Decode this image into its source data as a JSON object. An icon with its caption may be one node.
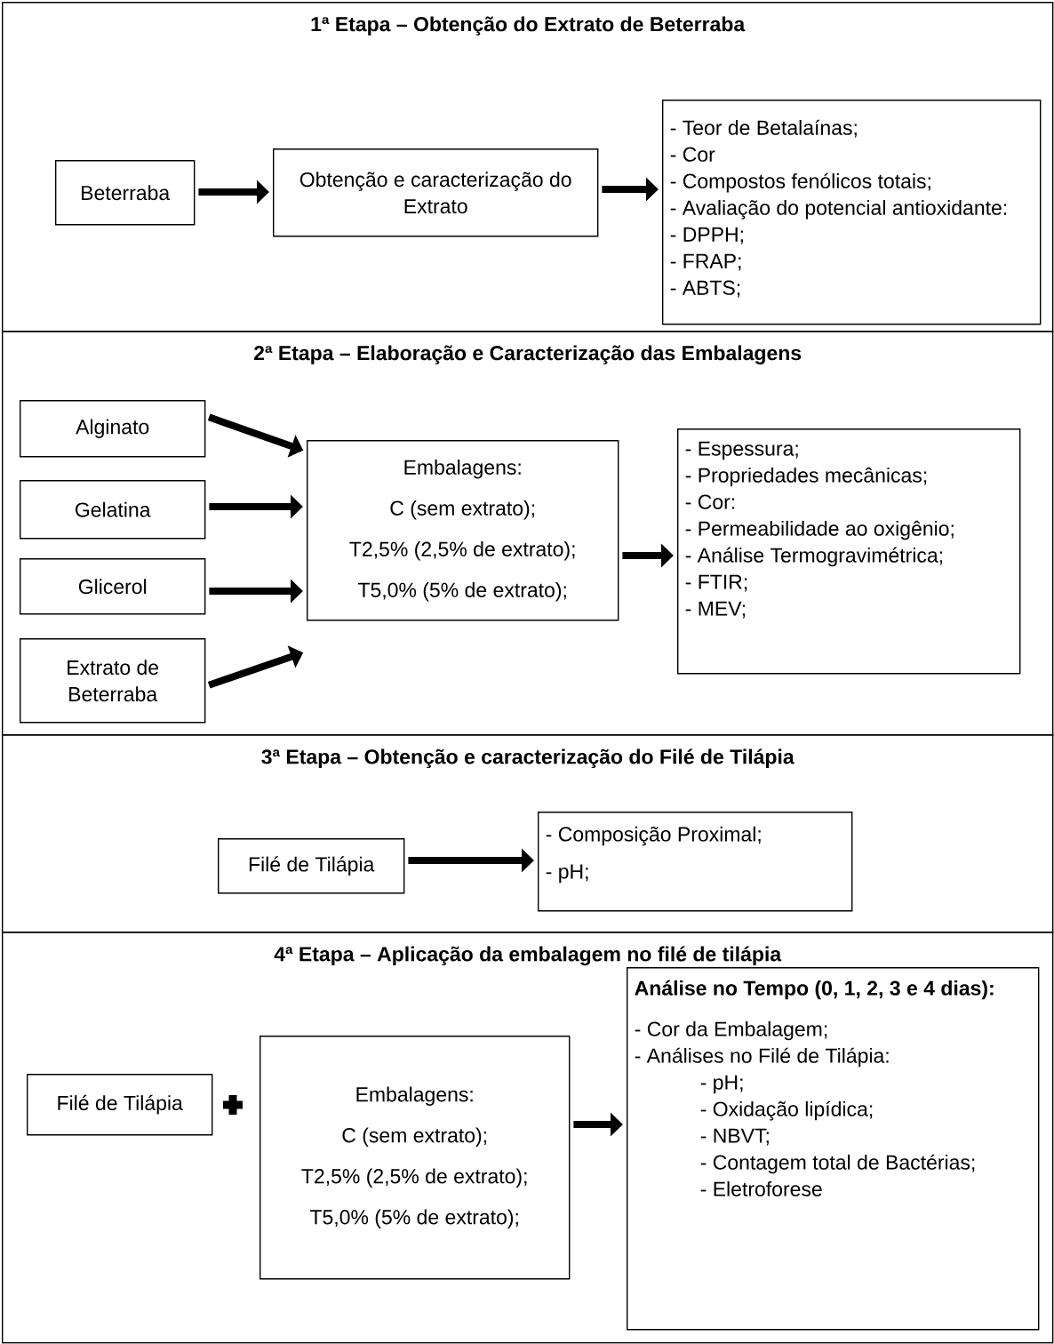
{
  "diagram": {
    "nodes": [
      {
        "text": [
          "1ª Etapa – Obtenção do Extrato de Beterraba"
        ]
      },
      {
        "text": [
          "Beterraba"
        ],
        "in": 0
      },
      {
        "text": [
          "Obtenção e caracterização do Extrato"
        ],
        "in": 0
      },
      {
        "text": [
          "- Teor de Betalaínas;",
          "- Cor",
          "- Compostos fenólicos totais;",
          "- Avaliação do potencial antioxidante:",
          "- DPPH;",
          "- FRAP;",
          "- ABTS;"
        ],
        "in": 0
      },
      {
        "text": [
          "2ª Etapa – Elaboração e Caracterização das Embalagens"
        ]
      },
      {
        "text": [
          "Alginato"
        ],
        "in": 4
      },
      {
        "text": [
          "Gelatina"
        ],
        "in": 4
      },
      {
        "text": [
          "Glicerol"
        ],
        "in": 4
      },
      {
        "text": [
          "Extrato de Beterraba"
        ],
        "in": 4
      },
      {
        "text": [
          "Embalagens:",
          "C (sem extrato);",
          "T2,5% (2,5% de extrato);",
          "T5,0% (5% de extrato);"
        ],
        "in": 4
      },
      {
        "text": [
          "- Espessura;",
          "- Propriedades mecânicas;",
          "- Cor:",
          "- Permeabilidade ao oxigênio;",
          "- Análise Termogravimétrica;",
          "- FTIR;",
          "- MEV;"
        ],
        "in": 4
      },
      {
        "text": [
          "3ª Etapa – Obtenção e caracterização do Filé de Tilápia"
        ]
      },
      {
        "text": [
          "Filé de Tilápia"
        ],
        "in": 11
      },
      {
        "text": [
          "- Composição Proximal;",
          "- pH;"
        ],
        "in": 11
      },
      {
        "text": [
          "4ª Etapa – Aplicação da embalagem no filé de tilápia"
        ]
      },
      {
        "text": [
          "Filé de Tilápia"
        ],
        "in": 14
      },
      {
        "text": [
          "Embalagens:",
          "C (sem extrato);",
          "T2,5% (2,5% de extrato);",
          "T5,0% (5% de extrato);"
        ],
        "in": 14
      },
      {
        "text": [
          "Análise no Tempo (0, 1, 2, 3 e 4 dias):",
          "- Cor da Embalagem;",
          "- Análises no Filé de Tilápia:",
          "- pH;",
          "- Oxidação lipídica;",
          "- NBVT;",
          "- Contagem total de Bactérias;",
          "- Eletroforese"
        ],
        "in": 14
      }
    ],
    "edges": [
      {
        "from": 1,
        "to": 2,
        "arrow": "to"
      },
      {
        "from": 2,
        "to": 3,
        "arrow": "to"
      },
      {
        "from": 5,
        "to": 9,
        "arrow": "to"
      },
      {
        "from": 6,
        "to": 9,
        "arrow": "to"
      },
      {
        "from": 7,
        "to": 9,
        "arrow": "to"
      },
      {
        "from": 8,
        "to": 9,
        "arrow": "to"
      },
      {
        "from": 9,
        "to": 10,
        "arrow": "to"
      },
      {
        "from": 12,
        "to": 13,
        "arrow": "to"
      },
      {
        "from": 16,
        "to": 17,
        "arrow": "to"
      }
    ]
  }
}
